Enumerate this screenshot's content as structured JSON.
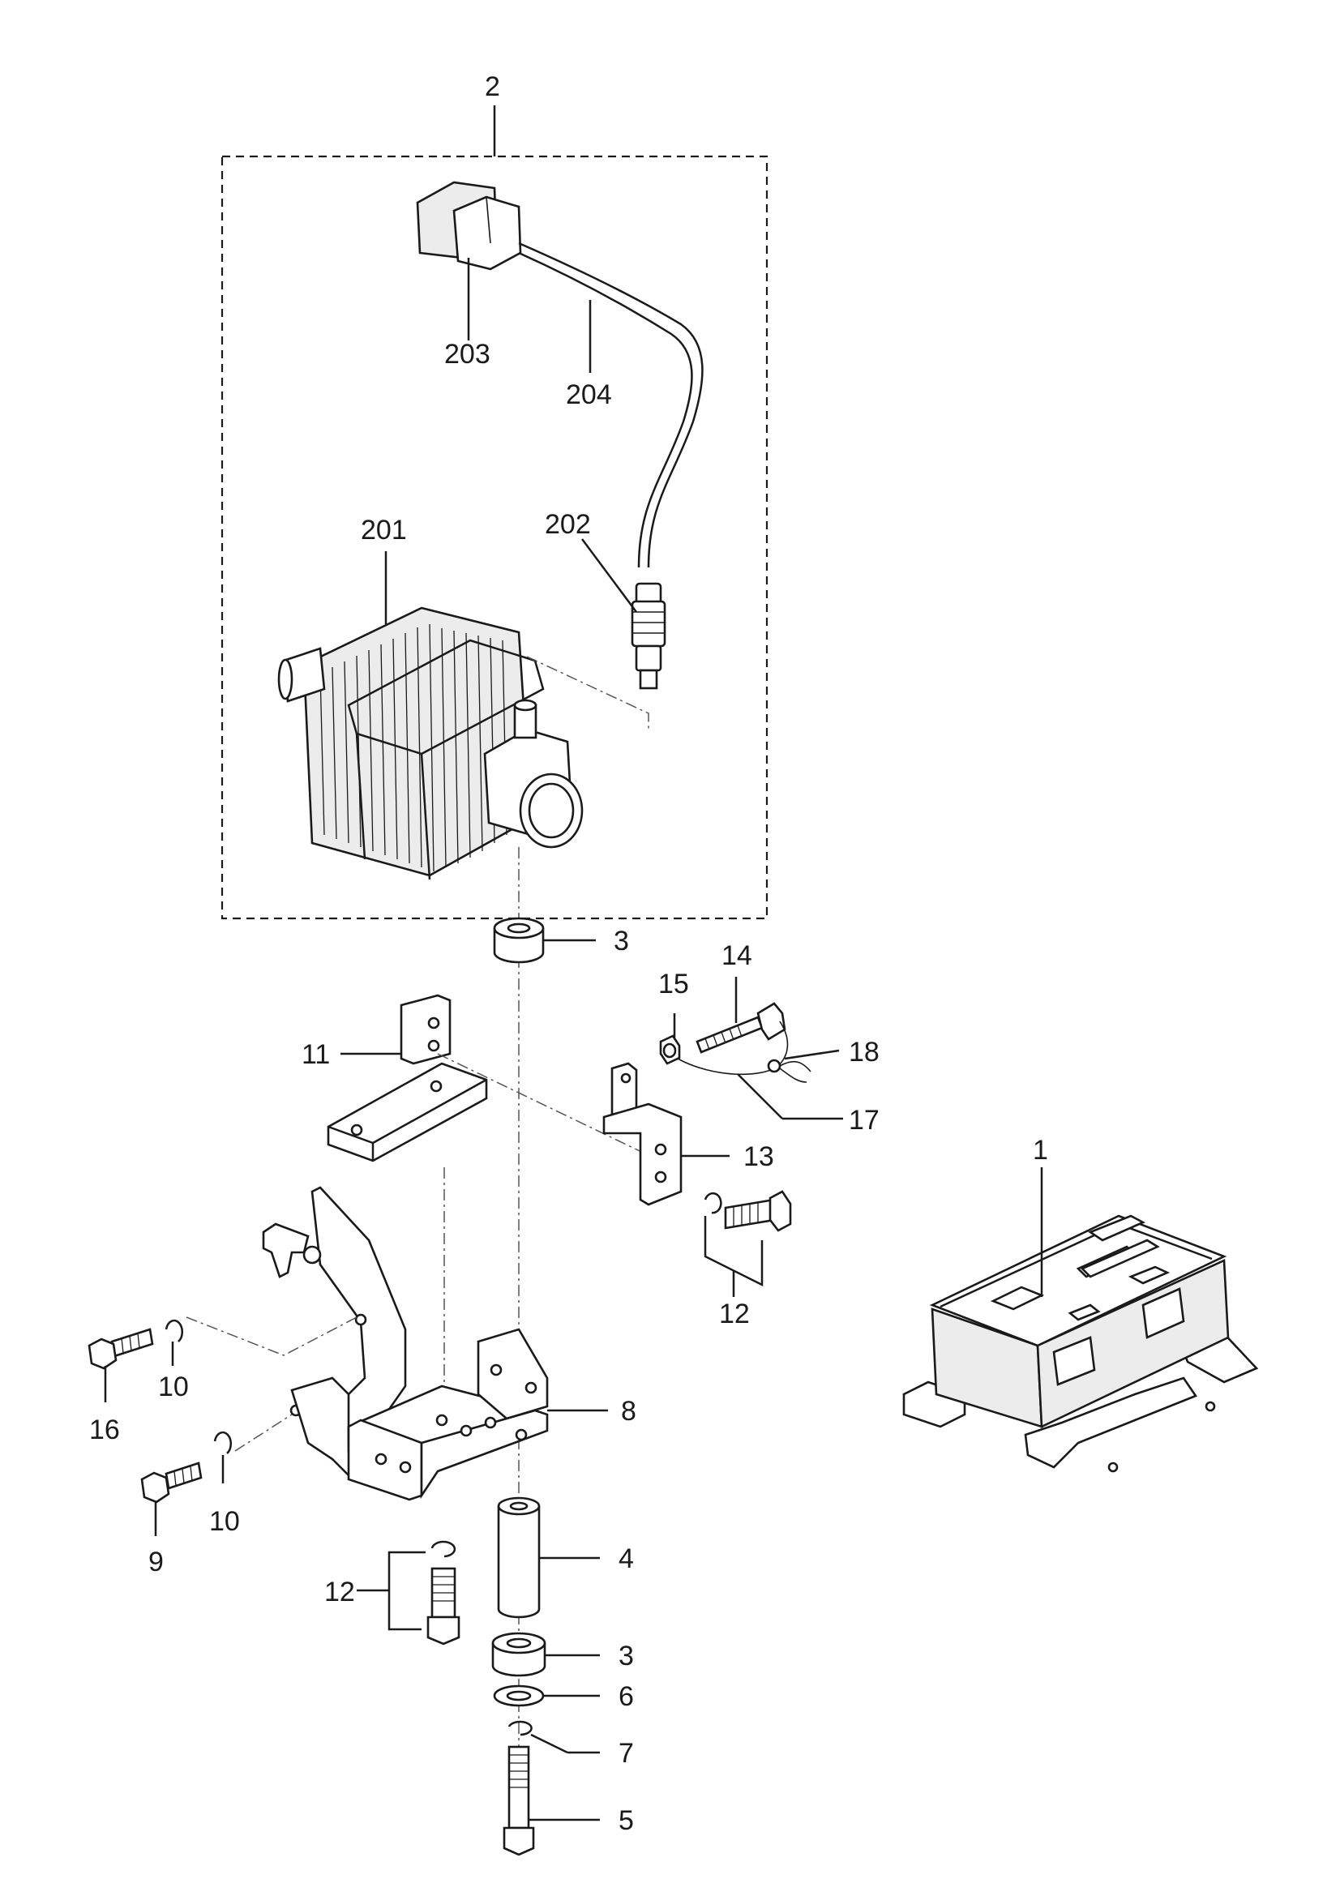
{
  "callouts": {
    "c2": "2",
    "c203": "203",
    "c204": "204",
    "c201": "201",
    "c202": "202",
    "c3_top": "3",
    "c15": "15",
    "c14": "14",
    "c11": "11",
    "c18": "18",
    "c17": "17",
    "c13": "13",
    "c1": "1",
    "c12_right": "12",
    "c10_top": "10",
    "c16": "16",
    "c8": "8",
    "c10_bottom": "10",
    "c9": "9",
    "c4": "4",
    "c12_left": "12",
    "c3_bottom": "3",
    "c6": "6",
    "c7": "7",
    "c5": "5"
  }
}
